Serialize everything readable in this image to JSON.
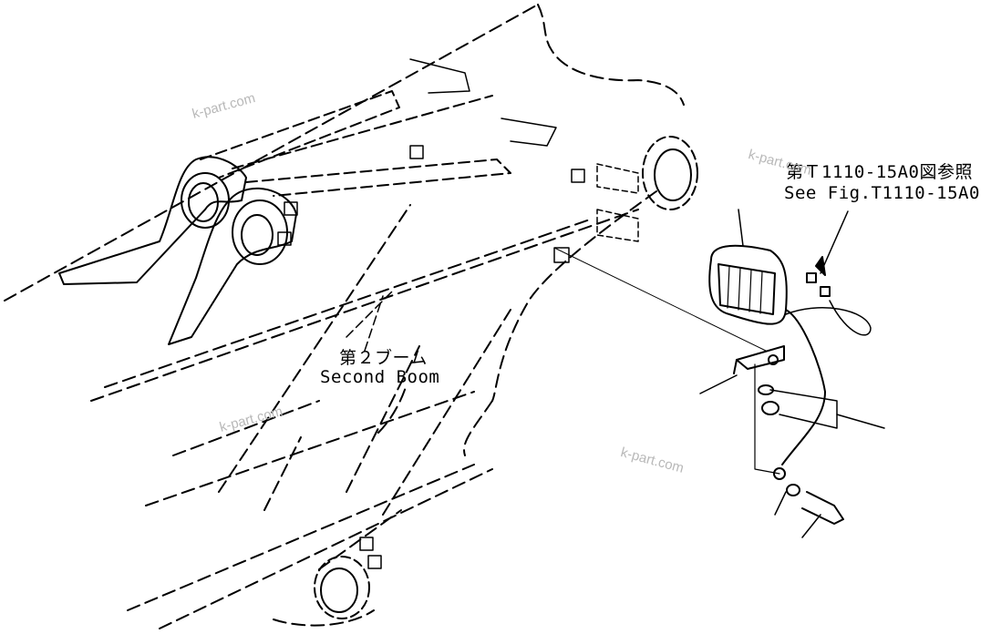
{
  "labels": {
    "boom_jp": "第２ブーム",
    "boom_en": "Second Boom",
    "ref_jp": "第Ｔ1110-15A0図参照",
    "ref_en": "See Fig.T1110-15A0"
  },
  "watermarks": [
    "k-part.com",
    "k-part.com",
    "k-part.com",
    "k-part.com"
  ]
}
